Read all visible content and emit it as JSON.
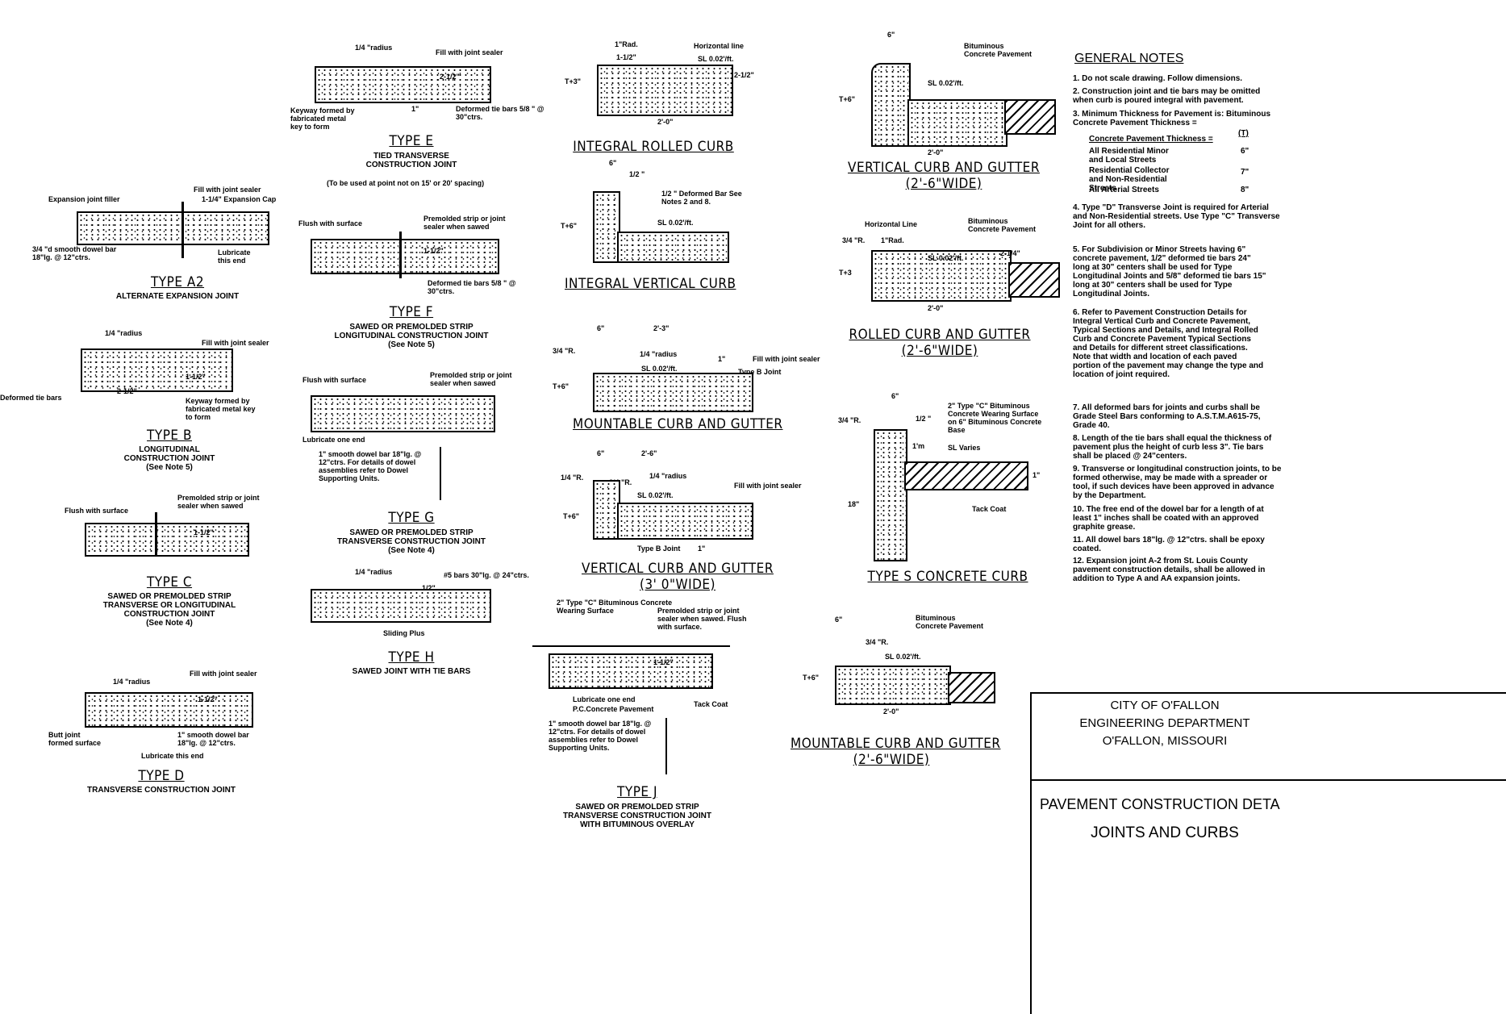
{
  "details": {
    "type_a2": {
      "title": "TYPE A2",
      "subtitle": "ALTERNATE EXPANSION JOINT",
      "callouts": [
        "Expansion joint filler",
        "Fill with joint sealer",
        "1-1/4\" Expansion Cap",
        "3/4 \"d smooth dowel bar 18\"lg. @ 12\"ctrs.",
        "Lubricate this end"
      ]
    },
    "type_b": {
      "title": "TYPE B",
      "subtitle": "LONGITUDINAL\nCONSTRUCTION JOINT\n(See Note 5)",
      "callouts": [
        "1/4 \"radius",
        "Fill with joint sealer",
        "Deformed tie bars",
        "Keyway formed by fabricated metal key to form",
        "2-1/2\"",
        "1-1/2\""
      ]
    },
    "type_c": {
      "title": "TYPE C",
      "subtitle": "SAWED OR PREMOLDED STRIP\nTRANSVERSE OR LONGITUDINAL\nCONSTRUCTION JOINT\n(See Note 4)",
      "callouts": [
        "Flush with surface",
        "Premolded strip or joint sealer when sawed",
        "1-1/2\""
      ]
    },
    "type_d": {
      "title": "TYPE D",
      "subtitle": "TRANSVERSE CONSTRUCTION JOINT",
      "callouts": [
        "1/4 \"radius",
        "Fill with joint sealer",
        "Butt joint formed surface",
        "1\" smooth dowel bar 18\"lg. @ 12\"ctrs.",
        "Lubricate this end",
        "1-1/2\""
      ]
    },
    "type_e": {
      "title": "TYPE E",
      "subtitle": "TIED TRANSVERSE\nCONSTRUCTION JOINT",
      "note": "(To be used at point not on 15' or 20' spacing)",
      "callouts": [
        "1/4 \"radius",
        "Fill with joint sealer",
        "Keyway formed by fabricated metal key to form",
        "Deformed tie bars 5/8 \" @ 30\"ctrs.",
        "1\"",
        "2-1/2\""
      ]
    },
    "type_f": {
      "title": "TYPE F",
      "subtitle": "SAWED OR PREMOLDED STRIP\nLONGITUDINAL CONSTRUCTION JOINT\n(See Note 5)",
      "callouts": [
        "Flush with surface",
        "Premolded strip or joint sealer when sawed",
        "Deformed tie bars 5/8 \" @ 30\"ctrs.",
        "1-1/2\""
      ]
    },
    "type_g": {
      "title": "TYPE G",
      "subtitle": "SAWED OR PREMOLDED STRIP\nTRANSVERSE CONSTRUCTION JOINT\n(See Note 4)",
      "callouts": [
        "Flush with surface",
        "Premolded strip or joint sealer when sawed",
        "Lubricate one end",
        "1\" smooth dowel bar 18\"lg. @ 12\"ctrs. For details of dowel assemblies refer to Dowel Supporting Units."
      ]
    },
    "type_h": {
      "title": "TYPE H",
      "subtitle": "SAWED JOINT WITH TIE BARS",
      "callouts": [
        "1/4 \"radius",
        "#5 bars 30\"lg. @ 24\"ctrs.",
        "Sliding Plus",
        "1/2\""
      ]
    },
    "type_j": {
      "title": "TYPE J",
      "subtitle": "SAWED OR PREMOLDED STRIP\nTRANSVERSE CONSTRUCTION JOINT\nWITH BITUMINOUS OVERLAY",
      "callouts": [
        "2\" Type \"C\" Bituminous Concrete Wearing Surface",
        "Premolded strip or joint sealer when sawed. Flush with surface.",
        "Lubricate one end",
        "P.C.Concrete Pavement",
        "Tack Coat",
        "1\" smooth dowel bar 18\"lg. @ 12\"ctrs. For details of dowel assemblies refer to Dowel Supporting Units.",
        "1-1/2\""
      ]
    },
    "integral_rolled_curb": {
      "title": "INTEGRAL ROLLED CURB",
      "callouts": [
        "1\"Rad.",
        "1-1/2\"",
        "Horizontal line",
        "SL 0.02'/ft.",
        "2-1/2\"",
        "2'-0\"",
        "T+3\""
      ]
    },
    "integral_vertical_curb": {
      "title": "INTEGRAL VERTICAL CURB",
      "callouts": [
        "6\"",
        "1/2 \"",
        "1/2 \" Deformed Bar See Notes 2 and 8.",
        "SL 0.02'/ft.",
        "T+6\""
      ]
    },
    "mountable_curb_gutter_a": {
      "title": "MOUNTABLE CURB AND GUTTER",
      "callouts": [
        "6\"",
        "2'-3\"",
        "3/4 \"R.",
        "1/4 \"radius",
        "SL 0.02'/ft.",
        "Fill with joint sealer",
        "Type B Joint",
        "1\"",
        "T+6\""
      ]
    },
    "vertical_curb_gutter_a": {
      "title": "VERTICAL CURB AND GUTTER",
      "subtitle_line": "(3' 0\"WIDE)",
      "callouts": [
        "6\"",
        "2'-6\"",
        "1/4 \"R.",
        "3/4 \"R.",
        "1/4 \"radius",
        "SL 0.02'/ft.",
        "Fill with joint sealer",
        "Type B Joint",
        "1\"",
        "T+6\""
      ]
    },
    "vertical_curb_gutter_b": {
      "title": "VERTICAL CURB AND GUTTER",
      "subtitle_line": "(2'-6\"WIDE)",
      "callouts": [
        "6\"",
        "Bituminous Concrete Pavement",
        "SL 0.02'/ft.",
        "2'-0\"",
        "T+6\""
      ]
    },
    "rolled_curb_gutter": {
      "title": "ROLLED CURB AND GUTTER",
      "subtitle_line": "(2'-6\"WIDE)",
      "callouts": [
        "Horizontal Line",
        "1\"Rad.",
        "3/4 \"R.",
        "Bituminous Concrete Pavement",
        "2-1/4\"",
        "SL 0.02'/ft.",
        "2'-0\"",
        "T+3"
      ]
    },
    "type_s_concrete_curb": {
      "title": "TYPE S CONCRETE CURB",
      "callouts": [
        "6\"",
        "3/4 \"R.",
        "1/2 \"",
        "2\" Type \"C\" Bituminous Concrete Wearing Surface on 6\" Bituminous Concrete Base",
        "SL Varies",
        "Tack Coat",
        "1'm",
        "1\"",
        "18\""
      ]
    },
    "mountable_curb_gutter_b": {
      "title": "MOUNTABLE CURB AND GUTTER",
      "subtitle_line": "(2'-6\"WIDE)",
      "callouts": [
        "6\"",
        "3/4 \"R.",
        "Bituminous Concrete Pavement",
        "SL 0.02'/ft.",
        "2'-0\"",
        "T+6\""
      ]
    }
  },
  "general_notes": {
    "title": "GENERAL NOTES",
    "items": [
      {
        "n": "1.",
        "text": "Do not scale drawing.  Follow dimensions."
      },
      {
        "n": "2.",
        "text": "Construction joint and tie bars may be omitted when curb is poured integral with pavement."
      },
      {
        "n": "3.",
        "text": "Minimum Thickness for Pavement is: Bituminous Concrete Pavement Thickness ="
      },
      {
        "n": "4.",
        "text": "Type \"D\" Transverse Joint is required for Arterial and Non-Residential streets. Use Type \"C\" Transverse Joint for all others."
      },
      {
        "n": "5.",
        "text": "For Subdivision or Minor Streets having 6\" concrete pavement, 1/2\" deformed tie bars 24\" long at 30\" centers shall be used for Type Longitudinal Joints and 5/8\" deformed tie bars 15\" long at 30\" centers shall be used for Type Longitudinal Joints."
      },
      {
        "n": "6.",
        "text": "Refer to Pavement Construction Details for Integral Vertical Curb and Concrete Pavement, Typical Sections and Details, and Integral Rolled Curb and Concrete Pavement Typical Sections and Details for different street classifications. Note that width and location of each paved portion of the pavement may change the type and location of joint required."
      },
      {
        "n": "7.",
        "text": "All deformed bars for joints and curbs shall be Grade Steel Bars conforming to A.S.T.M.A615-75, Grade 40."
      },
      {
        "n": "8.",
        "text": "Length of the tie bars shall equal the thickness of pavement plus the height of curb less 3\". Tie bars shall be placed @ 24\"centers."
      },
      {
        "n": "9.",
        "text": "Transverse or longitudinal construction joints, to be formed otherwise, may be made with a spreader or tool, if such devices have been approved in advance by the Department."
      },
      {
        "n": "10.",
        "text": "The free end of the dowel bar for a length of at least 1\" inches shall be coated with an approved graphite grease."
      },
      {
        "n": "11.",
        "text": "All dowel bars 18\"lg. @ 12\"ctrs. shall be epoxy coated."
      },
      {
        "n": "12.",
        "text": "Expansion joint A-2 from St. Louis County pavement construction details, shall be allowed in addition to Type A and AA expansion joints."
      }
    ],
    "thickness_table": {
      "header": [
        "Concrete Pavement Thickness =",
        "(T)"
      ],
      "rows": [
        [
          "All Residential Minor and Local Streets",
          "6\""
        ],
        [
          "Residential Collector and Non-Residential Streets",
          "7\""
        ],
        [
          "All Arterial Streets",
          "8\""
        ]
      ]
    }
  },
  "title_block": {
    "line1": "CITY OF O'FALLON",
    "line2": "ENGINEERING DEPARTMENT",
    "line3": "O'FALLON, MISSOURI",
    "sheet_title": "PAVEMENT CONSTRUCTION DETA",
    "sheet_subtitle": "JOINTS AND CURBS"
  }
}
